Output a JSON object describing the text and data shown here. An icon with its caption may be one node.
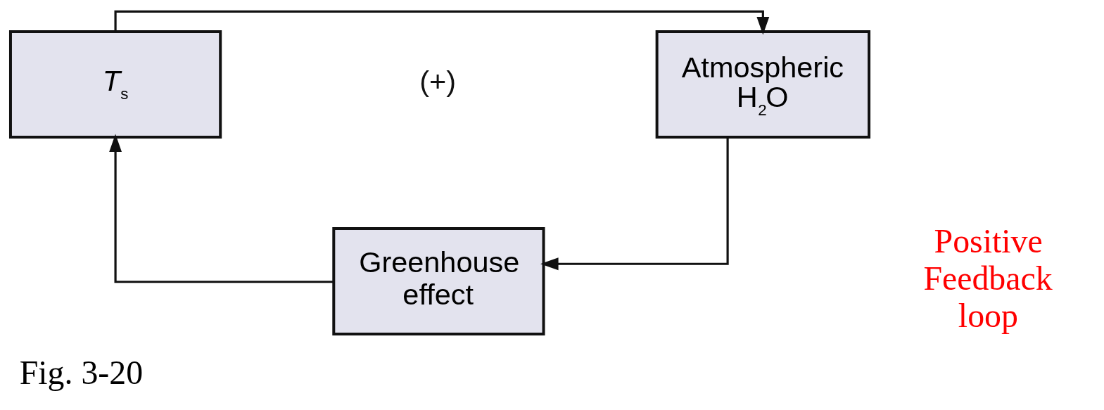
{
  "diagram": {
    "caption": "Fig. 3-20",
    "nodes": [
      {
        "text": [
          "*T*$_{s}$"
        ]
      },
      {
        "text": [
          "Atmospheric H$_{2}$O"
        ]
      },
      {
        "text": [
          "Greenhouse effect"
        ]
      }
    ],
    "edges": [
      {
        "from": 0,
        "to": 1,
        "arrow": "to"
      },
      {
        "from": 1,
        "to": 2,
        "arrow": "to"
      },
      {
        "from": 2,
        "to": 0,
        "arrow": "to"
      }
    ],
    "labels": [
      "(+)",
      "Positive Feedback loop"
    ]
  }
}
